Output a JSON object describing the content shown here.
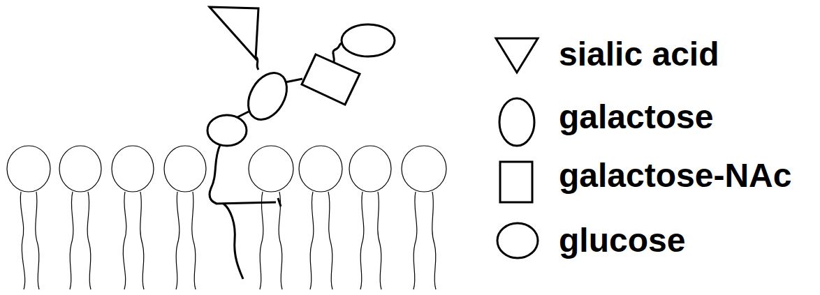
{
  "diagram": {
    "legend": [
      {
        "text": "sialic acid"
      },
      {
        "text": "galactose"
      },
      {
        "text": "galactose-NAc"
      },
      {
        "text": "glucose"
      }
    ]
  }
}
